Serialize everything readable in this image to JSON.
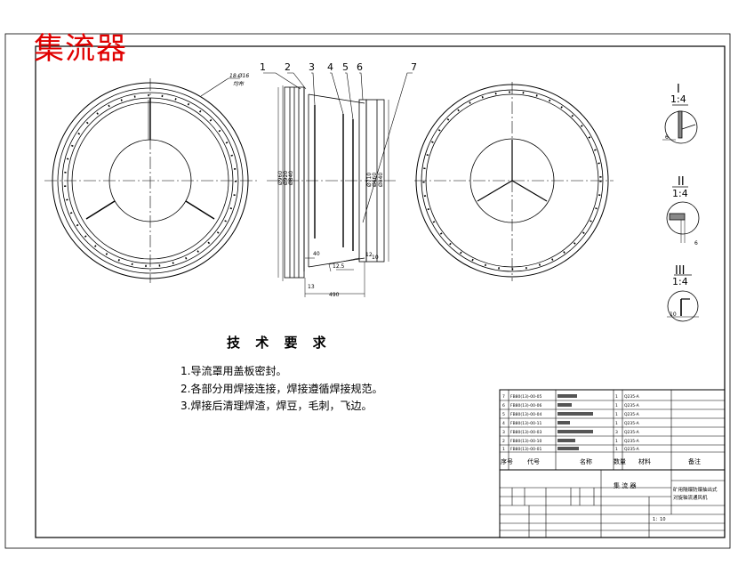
{
  "title_stamp": "集流器",
  "requirements": {
    "heading": "技 术 要 求",
    "items": [
      "1.导流罩用盖板密封。",
      "2.各部分用焊接连接，焊接遵循焊接规范。",
      "3.焊接后清理焊渣，焊豆，毛刺，飞边。"
    ]
  },
  "callouts": [
    "1",
    "2",
    "3",
    "4",
    "5",
    "6",
    "7"
  ],
  "leader_note": [
    "18-Ø16",
    "均布"
  ],
  "detail_views": [
    {
      "id": "I",
      "scale": "1:4",
      "dim": "6"
    },
    {
      "id": "II",
      "scale": "1:4",
      "dim": "6"
    },
    {
      "id": "III",
      "scale": "1:4",
      "dim": "10"
    }
  ],
  "dimensions": {
    "left_verticals": [
      "Ø960",
      "Ø920",
      "Ø840"
    ],
    "right_verticals": [
      "Ø710",
      "Ø660",
      "Ø840"
    ],
    "small": [
      "40",
      "12",
      "10"
    ],
    "angle": "12.5",
    "width": "490",
    "small_left": "13"
  },
  "parts": [
    {
      "no": "7",
      "code": "FB80(13)-00-05",
      "name": "",
      "qty": "1",
      "material": "Q235-A"
    },
    {
      "no": "6",
      "code": "FB80(13)-00-06",
      "name": "",
      "qty": "1",
      "material": "Q235-A"
    },
    {
      "no": "5",
      "code": "FB80(13)-00-04",
      "name": "",
      "qty": "1",
      "material": "Q235-A"
    },
    {
      "no": "4",
      "code": "FB80(13)-00-11",
      "name": "",
      "qty": "1",
      "material": "Q235-A"
    },
    {
      "no": "3",
      "code": "FB80(13)-00-03",
      "name": "",
      "qty": "3",
      "material": "Q235-A"
    },
    {
      "no": "2",
      "code": "FB80(13)-00-10",
      "name": "",
      "qty": "1",
      "material": "Q235-A"
    },
    {
      "no": "1",
      "code": "FB80(13)-00-01",
      "name": "",
      "qty": "1",
      "material": "Q235-A"
    }
  ],
  "bom_headers": [
    "序号",
    "代号",
    "名称",
    "数量",
    "材料",
    "备注"
  ],
  "title_block": {
    "drawing_name": "集 流 器",
    "product": [
      "矿用隔爆防爆抽出式",
      "对旋轴流通风机"
    ],
    "scale": "1：10",
    "notes": [
      "",
      "",
      ""
    ]
  }
}
